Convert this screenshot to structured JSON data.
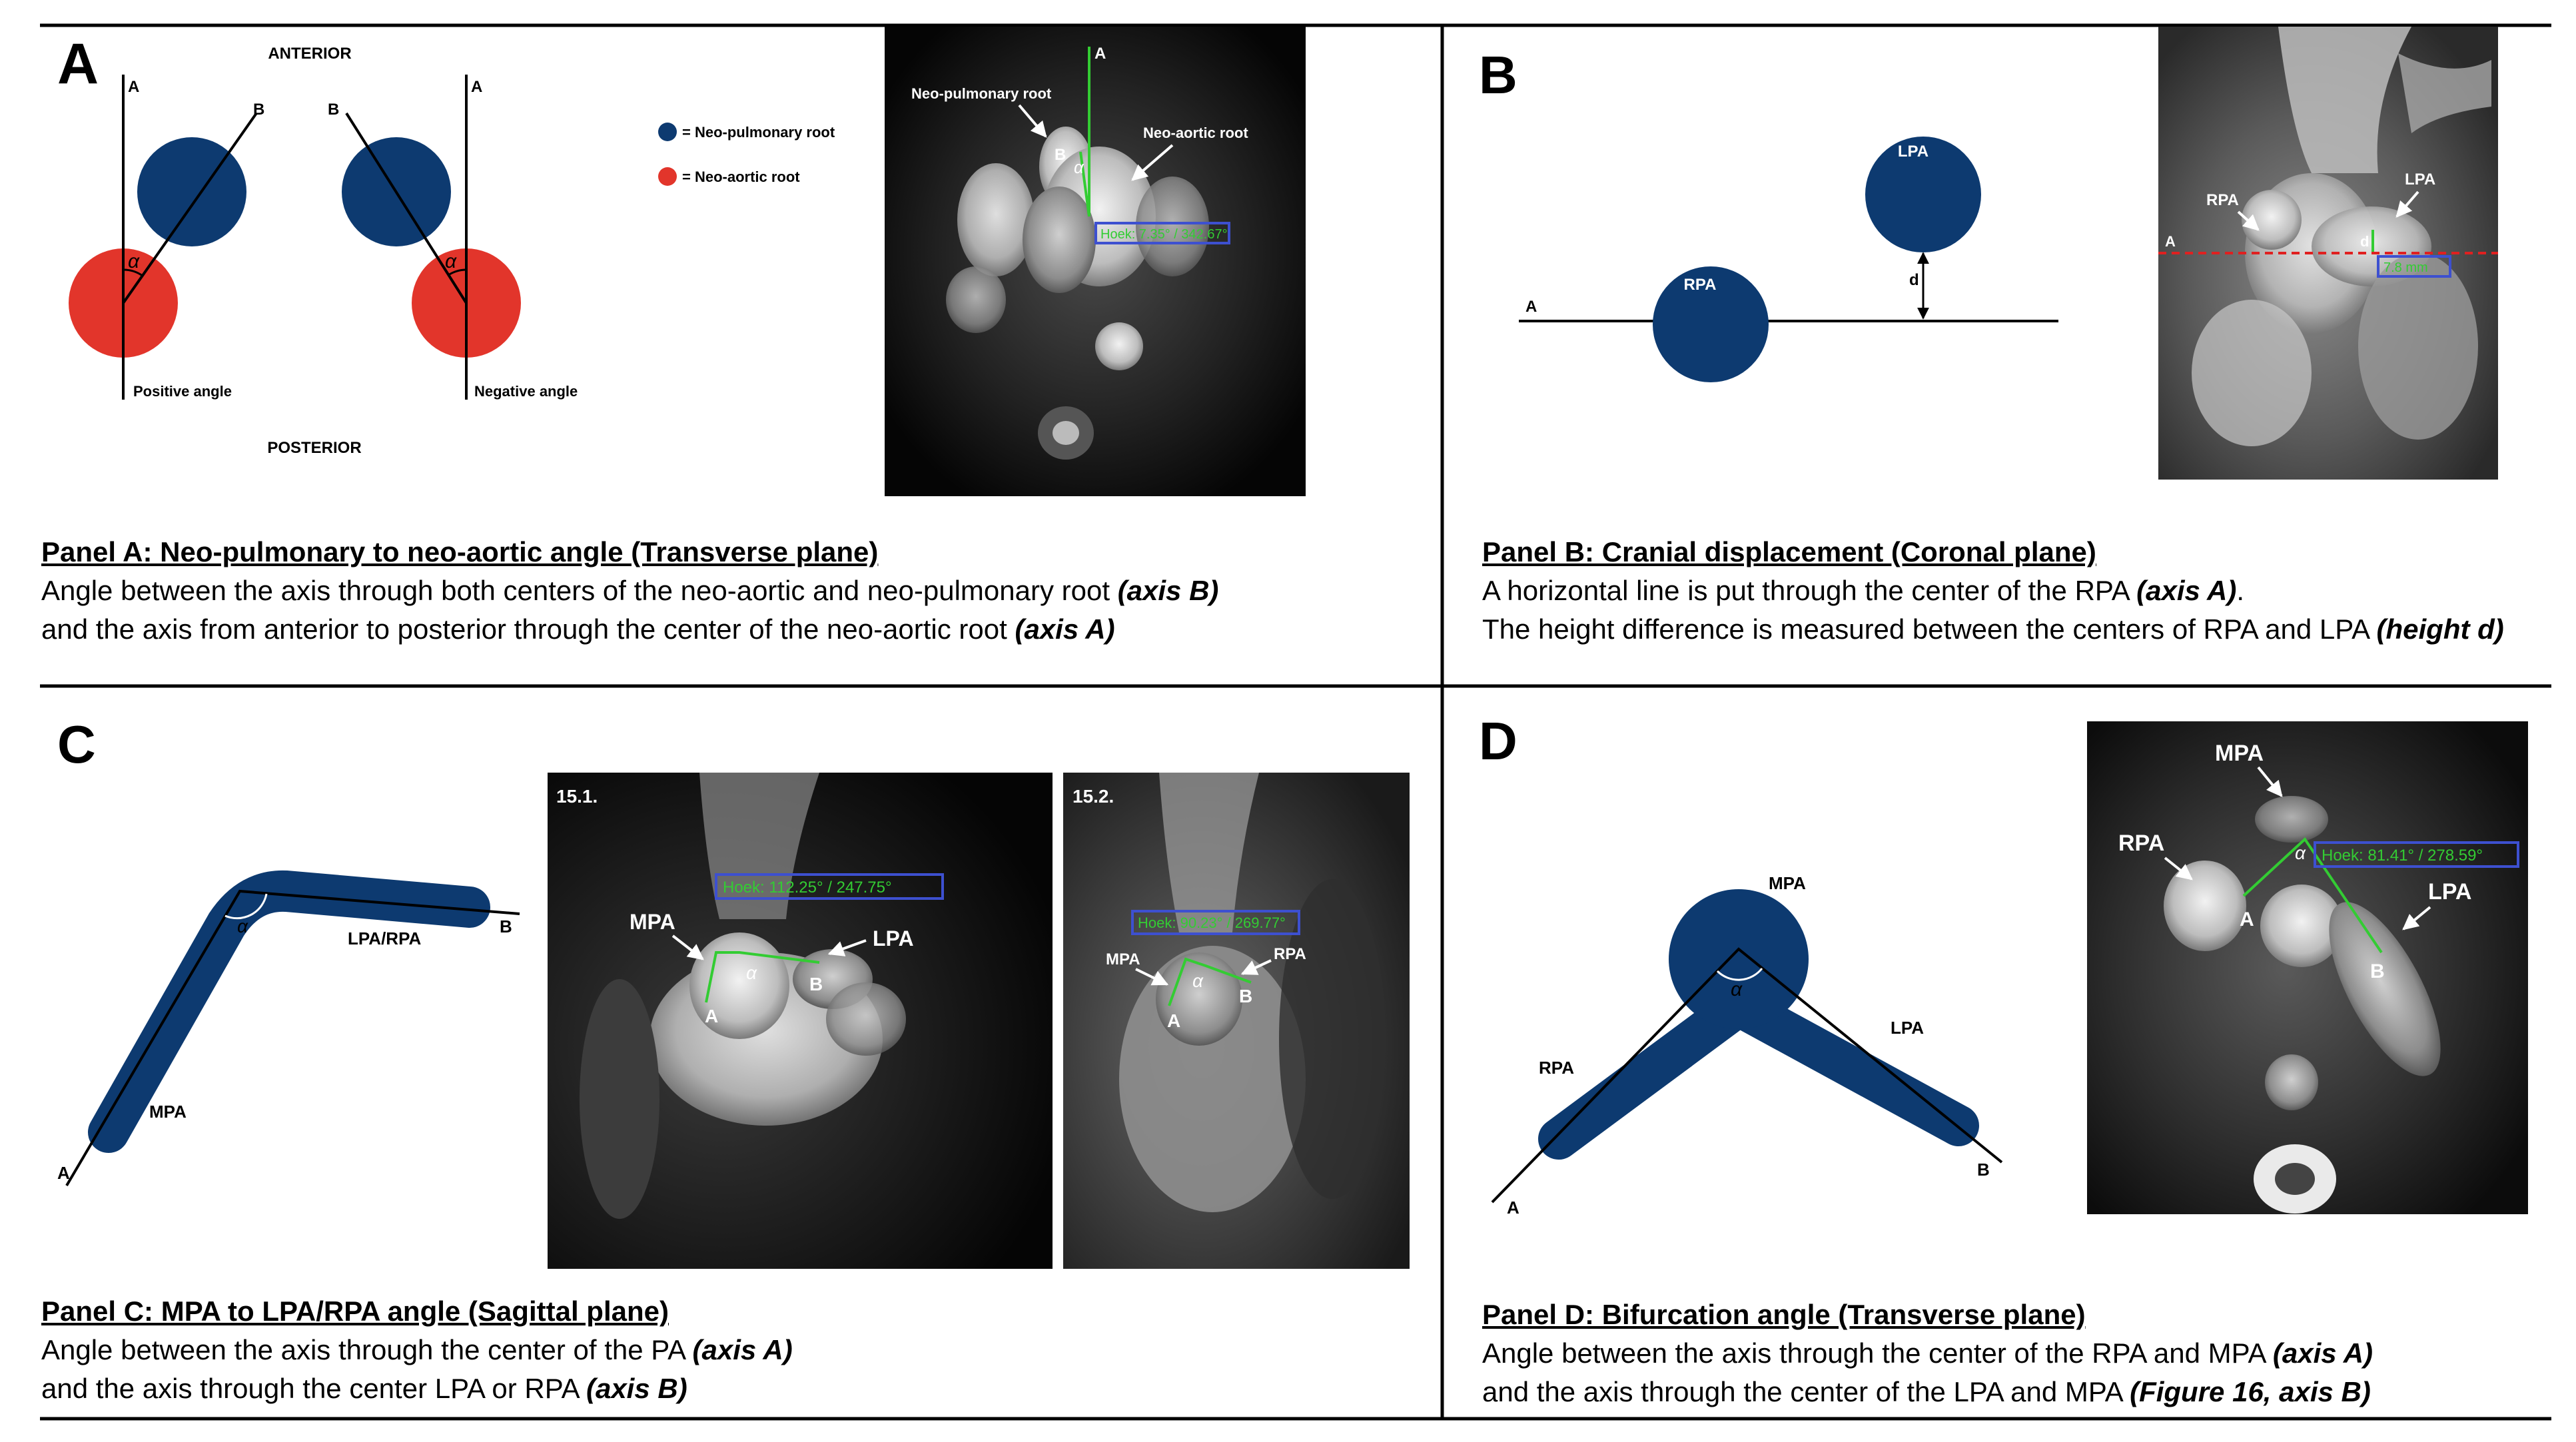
{
  "colors": {
    "navy": "#0d3a70",
    "red": "#e2352b",
    "green": "#33cc33",
    "blue": "#3d50d0",
    "dashed_red": "#e02020"
  },
  "panel_a": {
    "letter": "A",
    "anterior": "ANTERIOR",
    "posterior": "POSTERIOR",
    "axis_a": "A",
    "axis_b": "B",
    "alpha": "α",
    "positive_angle": "Positive angle",
    "negative_angle": "Negative angle",
    "legend_pulmonary": "= Neo-pulmonary root",
    "legend_aortic": "= Neo-aortic root",
    "scan_label_pulmonary": "Neo-pulmonary root",
    "scan_label_aortic": "Neo-aortic root",
    "scan_point_a": "A",
    "scan_point_b": "B",
    "scan_readout": "Hoek: 7.35° / 342.67°",
    "caption_title": "Panel A: Neo-pulmonary to neo-aortic angle (Transverse plane)",
    "caption_l1": "Angle between the axis through both centers of the neo-aortic and neo-pulmonary root ",
    "caption_l1_em": "(axis B)",
    "caption_l2": "and the axis from anterior to posterior through the center of the neo-aortic root ",
    "caption_l2_em": "(axis A)"
  },
  "panel_b": {
    "letter": "B",
    "rpa": "RPA",
    "lpa": "LPA",
    "axis_a": "A",
    "height_d": "d",
    "scan_rpa": "RPA",
    "scan_lpa": "LPA",
    "scan_a": "A",
    "scan_d": "d",
    "scan_readout": "7.8 mm",
    "caption_title": "Panel B: Cranial displacement (Coronal plane)",
    "caption_l1": "A horizontal line is put through the center of the RPA ",
    "caption_l1_em": "(axis A)",
    "caption_l1_end": ".",
    "caption_l2": "The height difference is measured between the centers of RPA and LPA ",
    "caption_l2_em": "(height d)"
  },
  "panel_c": {
    "letter": "C",
    "alpha": "α",
    "lpa_rpa": "LPA/RPA",
    "mpa": "MPA",
    "axis_a": "A",
    "axis_b": "B",
    "scan1_label": "15.1.",
    "scan1_readout": "Hoek: 112.25° / 247.75°",
    "scan1_mpa": "MPA",
    "scan1_lpa": "LPA",
    "scan1_a": "A",
    "scan1_b": "B",
    "scan2_label": "15.2.",
    "scan2_readout": "Hoek: 90.23° / 269.77°",
    "scan2_mpa": "MPA",
    "scan2_rpa": "RPA",
    "scan2_a": "A",
    "scan2_b": "B",
    "caption_title": "Panel C: MPA to LPA/RPA angle (Sagittal plane)",
    "caption_l1": "Angle between the axis through the center of the PA ",
    "caption_l1_em": "(axis A)",
    "caption_l2": "and the axis through the center LPA or RPA ",
    "caption_l2_em": "(axis B)"
  },
  "panel_d": {
    "letter": "D",
    "mpa": "MPA",
    "rpa": "RPA",
    "lpa": "LPA",
    "alpha": "α",
    "axis_a": "A",
    "axis_b": "B",
    "scan_mpa": "MPA",
    "scan_rpa": "RPA",
    "scan_lpa": "LPA",
    "scan_a": "A",
    "scan_b": "B",
    "scan_readout": "Hoek: 81.41° / 278.59°",
    "caption_title": "Panel D: Bifurcation angle (Transverse plane)",
    "caption_l1": "Angle between the axis through the center of the RPA and MPA ",
    "caption_l1_em": "(axis A)",
    "caption_l2": "and the axis through the center of the LPA and MPA ",
    "caption_l2_em": "(Figure 16, axis B)"
  }
}
